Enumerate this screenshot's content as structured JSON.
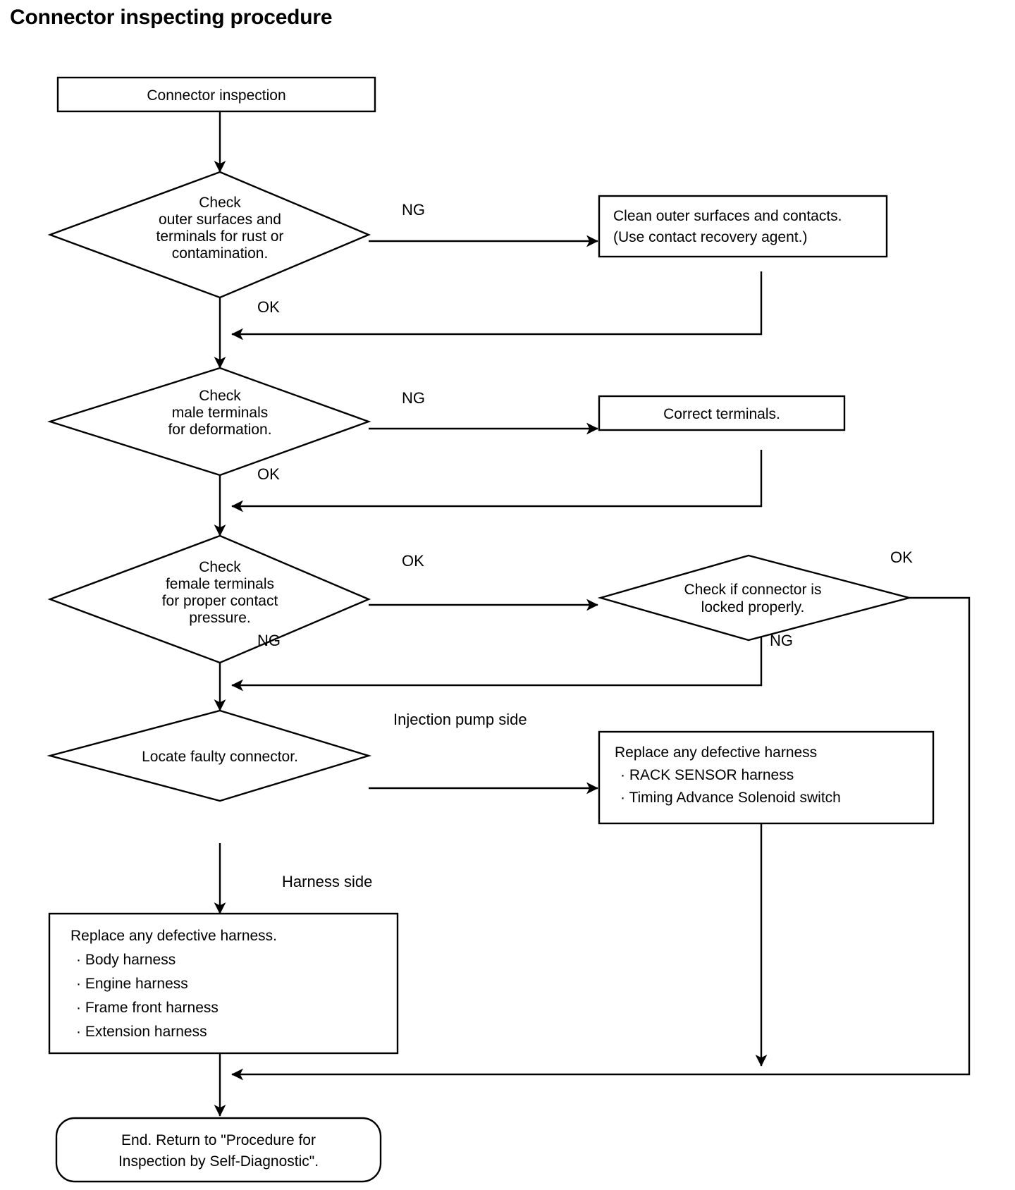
{
  "document": {
    "title": "Connector inspecting procedure"
  },
  "chart_data": {
    "type": "flowchart",
    "title": "Connector inspecting procedure",
    "orientation": "top-to-bottom",
    "nodes": [
      {
        "id": "start",
        "shape": "rectangle",
        "lines": [
          "Connector inspection"
        ]
      },
      {
        "id": "d1",
        "shape": "diamond",
        "lines": [
          "Check",
          "outer surfaces and",
          "terminals for rust or",
          "contamination."
        ]
      },
      {
        "id": "p1",
        "shape": "rectangle",
        "lines": [
          "Clean outer surfaces and contacts.",
          "(Use contact recovery agent.)"
        ]
      },
      {
        "id": "d2",
        "shape": "diamond",
        "lines": [
          "Check",
          "male terminals",
          "for deformation."
        ]
      },
      {
        "id": "p2",
        "shape": "rectangle",
        "lines": [
          "Correct terminals."
        ]
      },
      {
        "id": "d3",
        "shape": "diamond",
        "lines": [
          "Check",
          "female terminals",
          "for proper contact",
          "pressure."
        ]
      },
      {
        "id": "d4",
        "shape": "diamond",
        "lines": [
          "Check if connector is",
          "locked properly."
        ]
      },
      {
        "id": "d5",
        "shape": "diamond",
        "lines": [
          "Locate faulty connector."
        ]
      },
      {
        "id": "p3",
        "shape": "rectangle",
        "lines": [
          "Replace any defective harness",
          "· RACK SENSOR harness",
          "· Timing Advance Solenoid switch"
        ]
      },
      {
        "id": "p4",
        "shape": "rectangle",
        "lines": [
          "Replace any defective harness.",
          "· Body harness",
          "· Engine harness",
          "· Frame front harness",
          "· Extension harness"
        ]
      },
      {
        "id": "end",
        "shape": "rounded-rectangle",
        "lines": [
          "End. Return to \"Procedure for",
          "Inspection by Self-Diagnostic\"."
        ]
      }
    ],
    "edges": [
      {
        "from": "start",
        "to": "d1",
        "label": ""
      },
      {
        "from": "d1",
        "to": "p1",
        "label": "NG"
      },
      {
        "from": "d1",
        "to": "d2",
        "label": "OK"
      },
      {
        "from": "p1",
        "to": "d2",
        "label": ""
      },
      {
        "from": "d2",
        "to": "p2",
        "label": "NG"
      },
      {
        "from": "d2",
        "to": "d3",
        "label": "OK"
      },
      {
        "from": "p2",
        "to": "d3",
        "label": ""
      },
      {
        "from": "d3",
        "to": "d4",
        "label": "OK"
      },
      {
        "from": "d3",
        "to": "d5",
        "label": "NG"
      },
      {
        "from": "d4",
        "to": "d5",
        "label": "NG"
      },
      {
        "from": "d4",
        "to": "end",
        "label": "OK"
      },
      {
        "from": "d5",
        "to": "p3",
        "label": "Injection pump side"
      },
      {
        "from": "d5",
        "to": "p4",
        "label": "Harness side"
      },
      {
        "from": "p3",
        "to": "end",
        "label": ""
      },
      {
        "from": "p4",
        "to": "end",
        "label": ""
      }
    ]
  },
  "nodes": {
    "start": {
      "line1": "Connector inspection"
    },
    "d1": {
      "line1": "Check",
      "line2": "outer surfaces and",
      "line3": "terminals for rust or",
      "line4": "contamination."
    },
    "p1": {
      "line1": "Clean outer surfaces and contacts.",
      "line2": "(Use contact recovery agent.)"
    },
    "d2": {
      "line1": "Check",
      "line2": "male terminals",
      "line3": "for deformation."
    },
    "p2": {
      "line1": "Correct terminals."
    },
    "d3": {
      "line1": "Check",
      "line2": "female terminals",
      "line3": "for proper contact",
      "line4": "pressure."
    },
    "d4": {
      "line1": "Check if connector is",
      "line2": "locked properly."
    },
    "d5": {
      "line1": "Locate faulty connector."
    },
    "p3": {
      "line1": "Replace any defective harness",
      "line2": "· RACK SENSOR harness",
      "line3": "· Timing Advance Solenoid switch"
    },
    "p4": {
      "line1": "Replace any defective harness.",
      "line2": "· Body harness",
      "line3": "· Engine harness",
      "line4": "· Frame front harness",
      "line5": "· Extension harness"
    },
    "end": {
      "line1": "End. Return to \"Procedure for",
      "line2": "Inspection by Self-Diagnostic\"."
    }
  },
  "edge_labels": {
    "d1_ng": "NG",
    "d1_ok": "OK",
    "d2_ng": "NG",
    "d2_ok": "OK",
    "d3_ok": "OK",
    "d3_ng": "NG",
    "d4_ok": "OK",
    "d4_ng": "NG",
    "d5_injection": "Injection pump side",
    "d5_harness": "Harness side"
  },
  "colors": {
    "ink": "#000000",
    "paper": "#ffffff"
  }
}
